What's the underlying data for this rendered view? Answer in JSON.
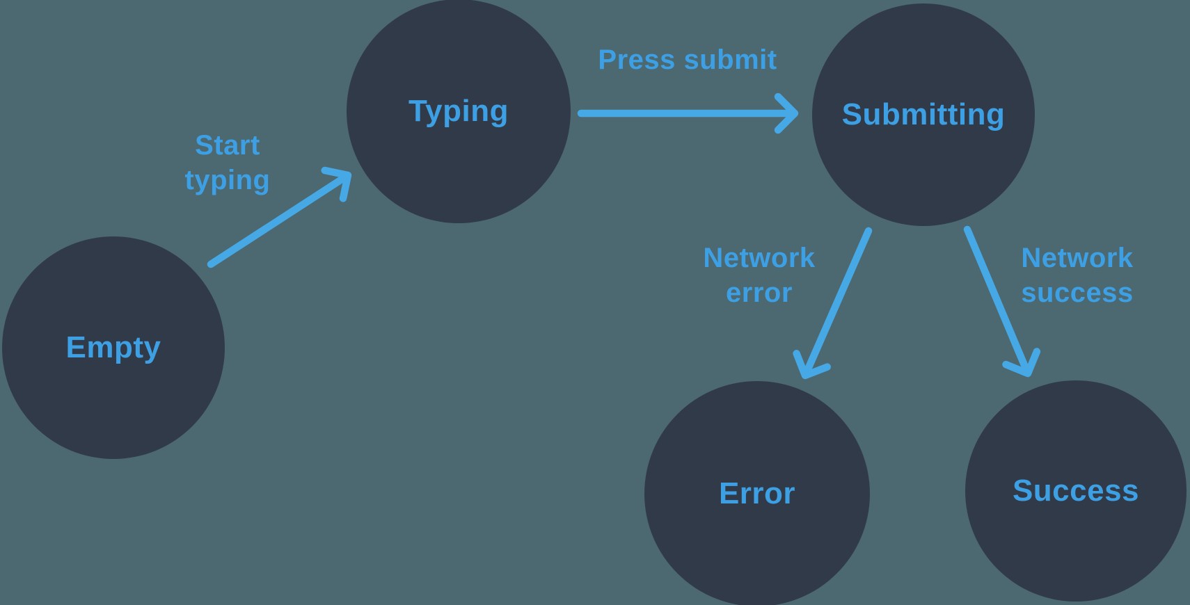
{
  "colors": {
    "background": "#4C6870",
    "node_fill": "#313A48",
    "node_text": "#3EA0E4",
    "edge": "#46A8E5",
    "edge_label": "#3EA0E4"
  },
  "nodes": [
    {
      "id": "empty",
      "label": "Empty"
    },
    {
      "id": "typing",
      "label": "Typing"
    },
    {
      "id": "submitting",
      "label": "Submitting"
    },
    {
      "id": "error",
      "label": "Error"
    },
    {
      "id": "success",
      "label": "Success"
    }
  ],
  "edges": [
    {
      "id": "start-typing",
      "from": "Empty",
      "to": "Typing",
      "label": "Start typing",
      "lines": [
        "Start",
        "typing"
      ]
    },
    {
      "id": "press-submit",
      "from": "Typing",
      "to": "Submitting",
      "label": "Press submit",
      "lines": [
        "Press submit"
      ]
    },
    {
      "id": "network-error",
      "from": "Submitting",
      "to": "Error",
      "label": "Network error",
      "lines": [
        "Network",
        "error"
      ]
    },
    {
      "id": "network-success",
      "from": "Submitting",
      "to": "Success",
      "label": "Network success",
      "lines": [
        "Network",
        "success"
      ]
    }
  ]
}
